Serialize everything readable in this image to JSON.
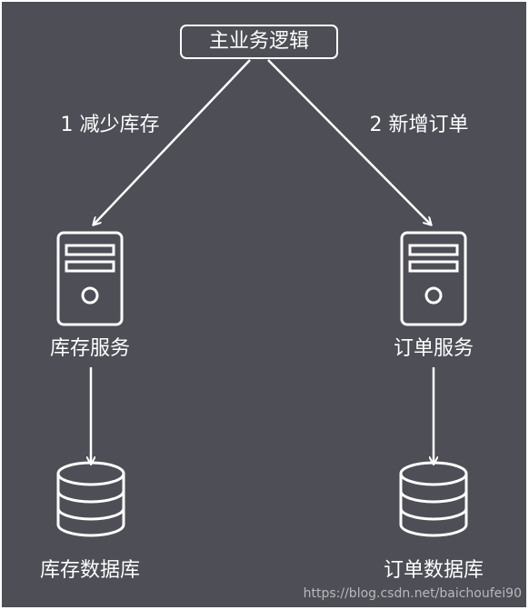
{
  "main_logic": {
    "label": "主业务逻辑"
  },
  "edges": {
    "reduce_stock": "1 减少库存",
    "add_order": "2 新增订单"
  },
  "services": {
    "inventory": {
      "label": "库存服务",
      "icon": "server-icon"
    },
    "order": {
      "label": "订单服务",
      "icon": "server-icon"
    }
  },
  "databases": {
    "inventory": {
      "label": "库存数据库",
      "icon": "database-icon"
    },
    "order": {
      "label": "订单数据库",
      "icon": "database-icon"
    }
  },
  "watermark": "https://blog.csdn.net/baichoufei90",
  "colors": {
    "background": "#4d4e56",
    "foreground": "#ffffff"
  }
}
